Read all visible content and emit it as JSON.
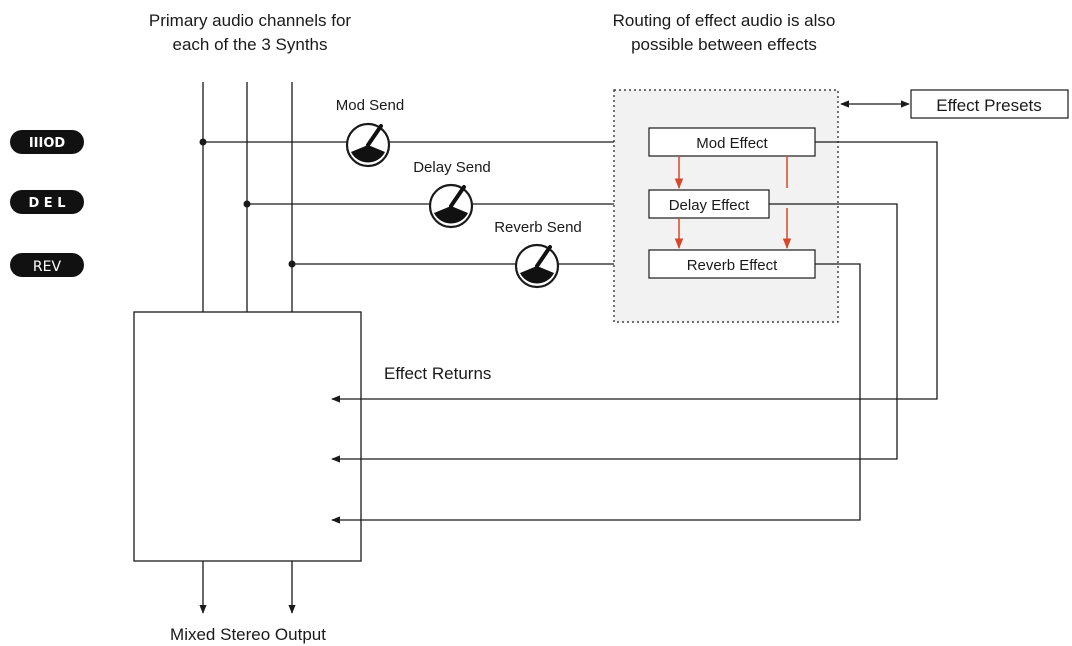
{
  "header": {
    "left": [
      "Primary audio channels for",
      "each of the 3 Synths"
    ],
    "right": [
      "Routing of effect audio is also",
      "possible between effects"
    ]
  },
  "badges": [
    {
      "text": "IIIOD",
      "icon": "mod-logo-badge"
    },
    {
      "text": "D E L",
      "icon": "del-logo-badge"
    },
    {
      "text": "REV",
      "icon": "rev-logo-badge"
    }
  ],
  "sends": {
    "mod": "Mod Send",
    "delay": "Delay Send",
    "reverb": "Reverb Send"
  },
  "effects": {
    "mod": "Mod Effect",
    "delay": "Delay Effect",
    "reverb": "Reverb Effect"
  },
  "presets": "Effect Presets",
  "returns_label": "Effect Returns",
  "output_label": "Mixed Stereo Output",
  "colors": {
    "line": "#1a1a1a",
    "routing_arrow": "#d9472b",
    "effect_panel_bg": "#f2f2f2"
  }
}
